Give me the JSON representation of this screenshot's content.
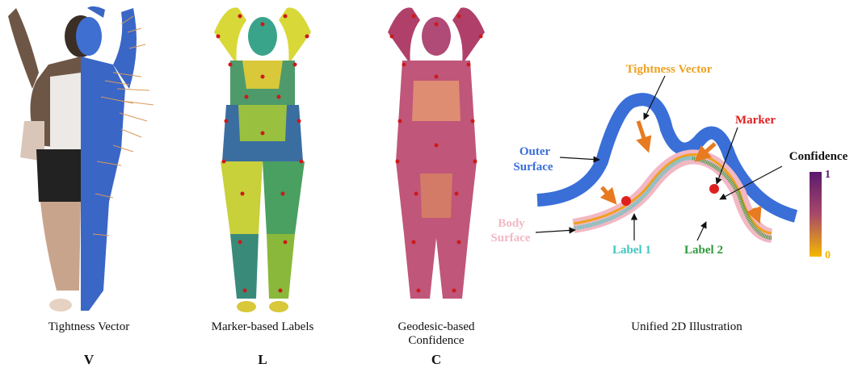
{
  "panels": [
    {
      "caption": "Tightness Vector",
      "symbol": "V"
    },
    {
      "caption": "Marker-based Labels",
      "symbol": "L"
    },
    {
      "caption": "Geodesic-based Confidence",
      "caption_line1": "Geodesic-based",
      "caption_line2": "Confidence",
      "symbol": "C"
    },
    {
      "caption": "Unified 2D Illustration"
    }
  ],
  "illustration": {
    "tightness_vector": "Tightness Vector",
    "marker": "Marker",
    "outer_surface_line1": "Outer",
    "outer_surface_line2": "Surface",
    "confidence": "Confidence",
    "body_surface_line1": "Body",
    "body_surface_line2": "Surface",
    "label1": "Label 1",
    "label2": "Label 2",
    "colorbar_max": "1",
    "colorbar_min": "0"
  },
  "colors": {
    "outer_surface": "#3a6fd8",
    "body_surface": "#f2b8c4",
    "tightness_vector": "#f0a020",
    "marker": "#e02020",
    "label1": "#3fc6c0",
    "label2": "#2e9a3a",
    "confidence_high": "#5a1a6e",
    "confidence_low": "#f5b800"
  }
}
